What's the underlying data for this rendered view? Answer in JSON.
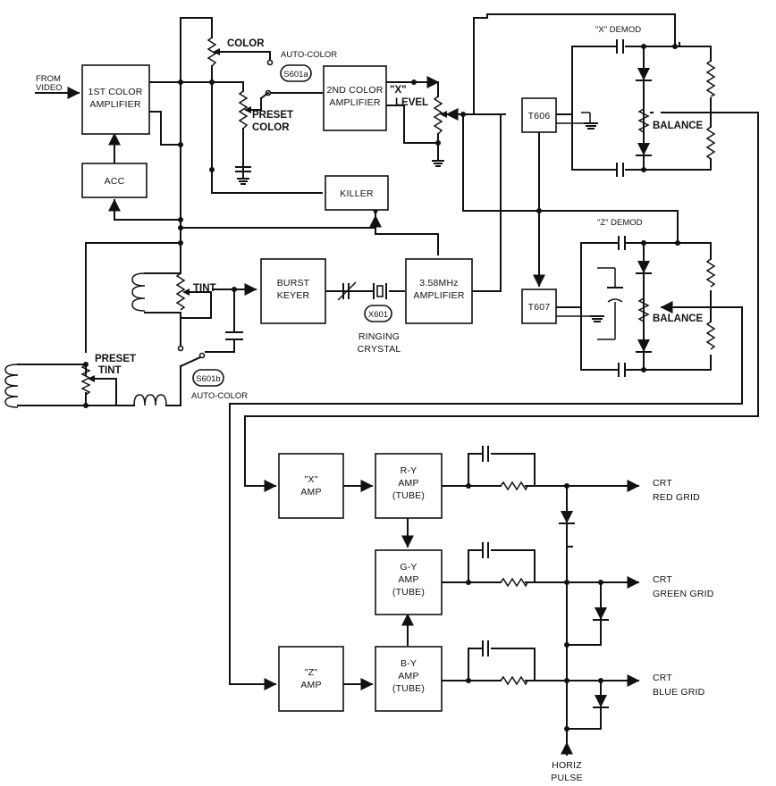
{
  "inputs": {
    "from_video": [
      "FROM",
      "VIDEO"
    ],
    "horiz_pulse": [
      "HORIZ",
      "PULSE"
    ]
  },
  "blocks": {
    "first_color_amp": [
      "1ST COLOR",
      "AMPLIFIER"
    ],
    "acc": [
      "ACC"
    ],
    "second_color_amp": [
      "2ND COLOR",
      "AMPLIFIER"
    ],
    "killer": [
      "KILLER"
    ],
    "burst_keyer": [
      "BURST",
      "KEYER"
    ],
    "amp_358": [
      "3.58MHz",
      "AMPLIFIER"
    ],
    "t606": [
      "T606"
    ],
    "t607": [
      "T607"
    ],
    "x_amp": [
      "\"X\"",
      "AMP"
    ],
    "z_amp": [
      "\"Z\"",
      "AMP"
    ],
    "ry_amp": [
      "R-Y",
      "AMP",
      "(TUBE)"
    ],
    "gy_amp": [
      "G-Y",
      "AMP",
      "(TUBE)"
    ],
    "by_amp": [
      "B-Y",
      "AMP",
      "(TUBE)"
    ]
  },
  "labels": {
    "color": "COLOR",
    "preset_color": [
      "PRESET",
      "COLOR"
    ],
    "auto_color_a": "AUTO-COLOR",
    "switch_a": "S601a",
    "x_level": [
      "\"X\"",
      "LEVEL"
    ],
    "tint": "TINT",
    "preset_tint": [
      "PRESET",
      "TINT"
    ],
    "switch_b": "S601b",
    "auto_color_b": "AUTO-COLOR",
    "crystal_ref": "X601",
    "ringing_crystal": [
      "RINGING",
      "CRYSTAL"
    ],
    "x_demod": "\"X\" DEMOD",
    "z_demod": "\"Z\" DEMOD",
    "balance_x": "BALANCE",
    "balance_z": "BALANCE"
  },
  "outputs": {
    "red": [
      "CRT",
      "RED GRID"
    ],
    "green": [
      "CRT",
      "GREEN GRID"
    ],
    "blue": [
      "CRT",
      "BLUE GRID"
    ]
  }
}
